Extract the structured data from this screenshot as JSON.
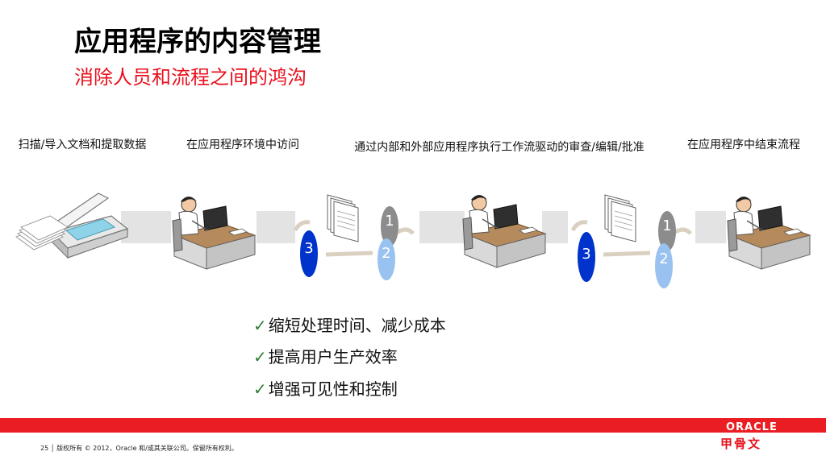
{
  "header": {
    "title": "应用程序的内容管理",
    "subtitle": "消除人员和流程之间的鸿沟"
  },
  "steps": [
    {
      "caption": "扫描/导入文档和提取数据"
    },
    {
      "caption": "在应用程序环境中访问"
    },
    {
      "caption": "通过内部和外部应用程序执行工作流驱动的审查/编辑/批准"
    },
    {
      "caption": "在应用程序中结束流程"
    }
  ],
  "workflow_badges": {
    "first": {
      "a": "1",
      "b": "2",
      "c": "3"
    },
    "second": {
      "a": "1",
      "b": "2",
      "c": "3"
    }
  },
  "benefits": [
    {
      "text": "缩短处理时间、减少成本"
    },
    {
      "text": "提高用户生产效率"
    },
    {
      "text": "增强可见性和控制"
    }
  ],
  "check_symbol": "✓",
  "footer": {
    "text": "25 │ 版权所有 © 2012，Oracle 和/或其关联公司。保留所有权利。"
  },
  "brand": {
    "logo": "ORACLE",
    "logo_cn": "甲骨文",
    "accent_red": "#ea1d23",
    "badge_gray": "#8c8c8c",
    "badge_blue": "#0033cc",
    "badge_light_blue": "#99c2f0"
  }
}
